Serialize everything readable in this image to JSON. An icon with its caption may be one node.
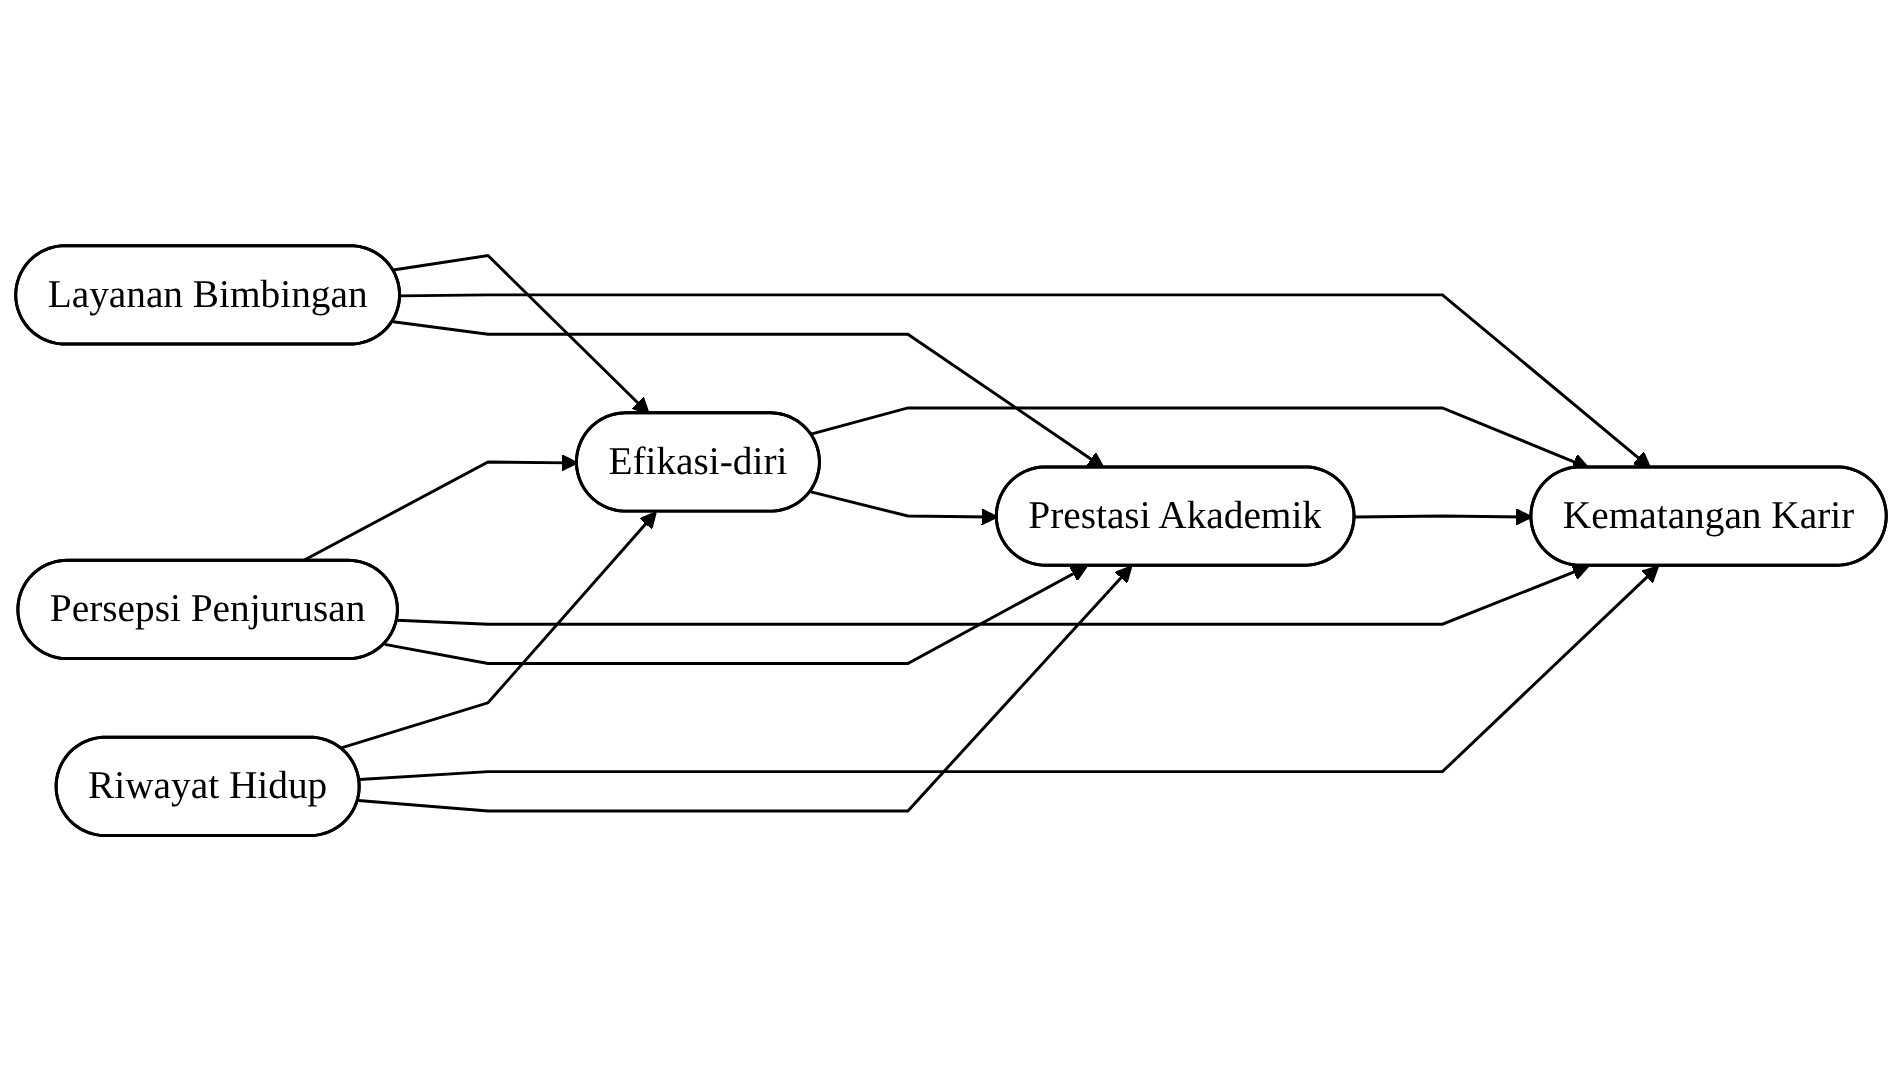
{
  "diagram": {
    "nodes": [
      {
        "text": [
          "Layanan Bimbingan"
        ]
      },
      {
        "text": [
          "Efikasi-diri"
        ]
      },
      {
        "text": [
          "Persepsi Penjurusan"
        ]
      },
      {
        "text": [
          "Kematangan Karir"
        ]
      },
      {
        "text": [
          "Riwayat Hidup"
        ]
      },
      {
        "text": [
          "Prestasi Akademik"
        ]
      }
    ],
    "edges": [
      {
        "from": 0,
        "to": 1,
        "arrow": "to"
      },
      {
        "from": 0,
        "to": 3,
        "arrow": "to"
      },
      {
        "from": 0,
        "to": 5,
        "arrow": "to"
      },
      {
        "from": 1,
        "to": 3,
        "arrow": "to"
      },
      {
        "from": 1,
        "to": 5,
        "arrow": "to"
      },
      {
        "from": 2,
        "to": 1,
        "arrow": "to"
      },
      {
        "from": 2,
        "to": 3,
        "arrow": "to"
      },
      {
        "from": 2,
        "to": 5,
        "arrow": "to"
      },
      {
        "from": 4,
        "to": 1,
        "arrow": "to"
      },
      {
        "from": 4,
        "to": 3,
        "arrow": "to"
      },
      {
        "from": 4,
        "to": 5,
        "arrow": "to"
      },
      {
        "from": 5,
        "to": 3,
        "arrow": "to"
      }
    ]
  }
}
